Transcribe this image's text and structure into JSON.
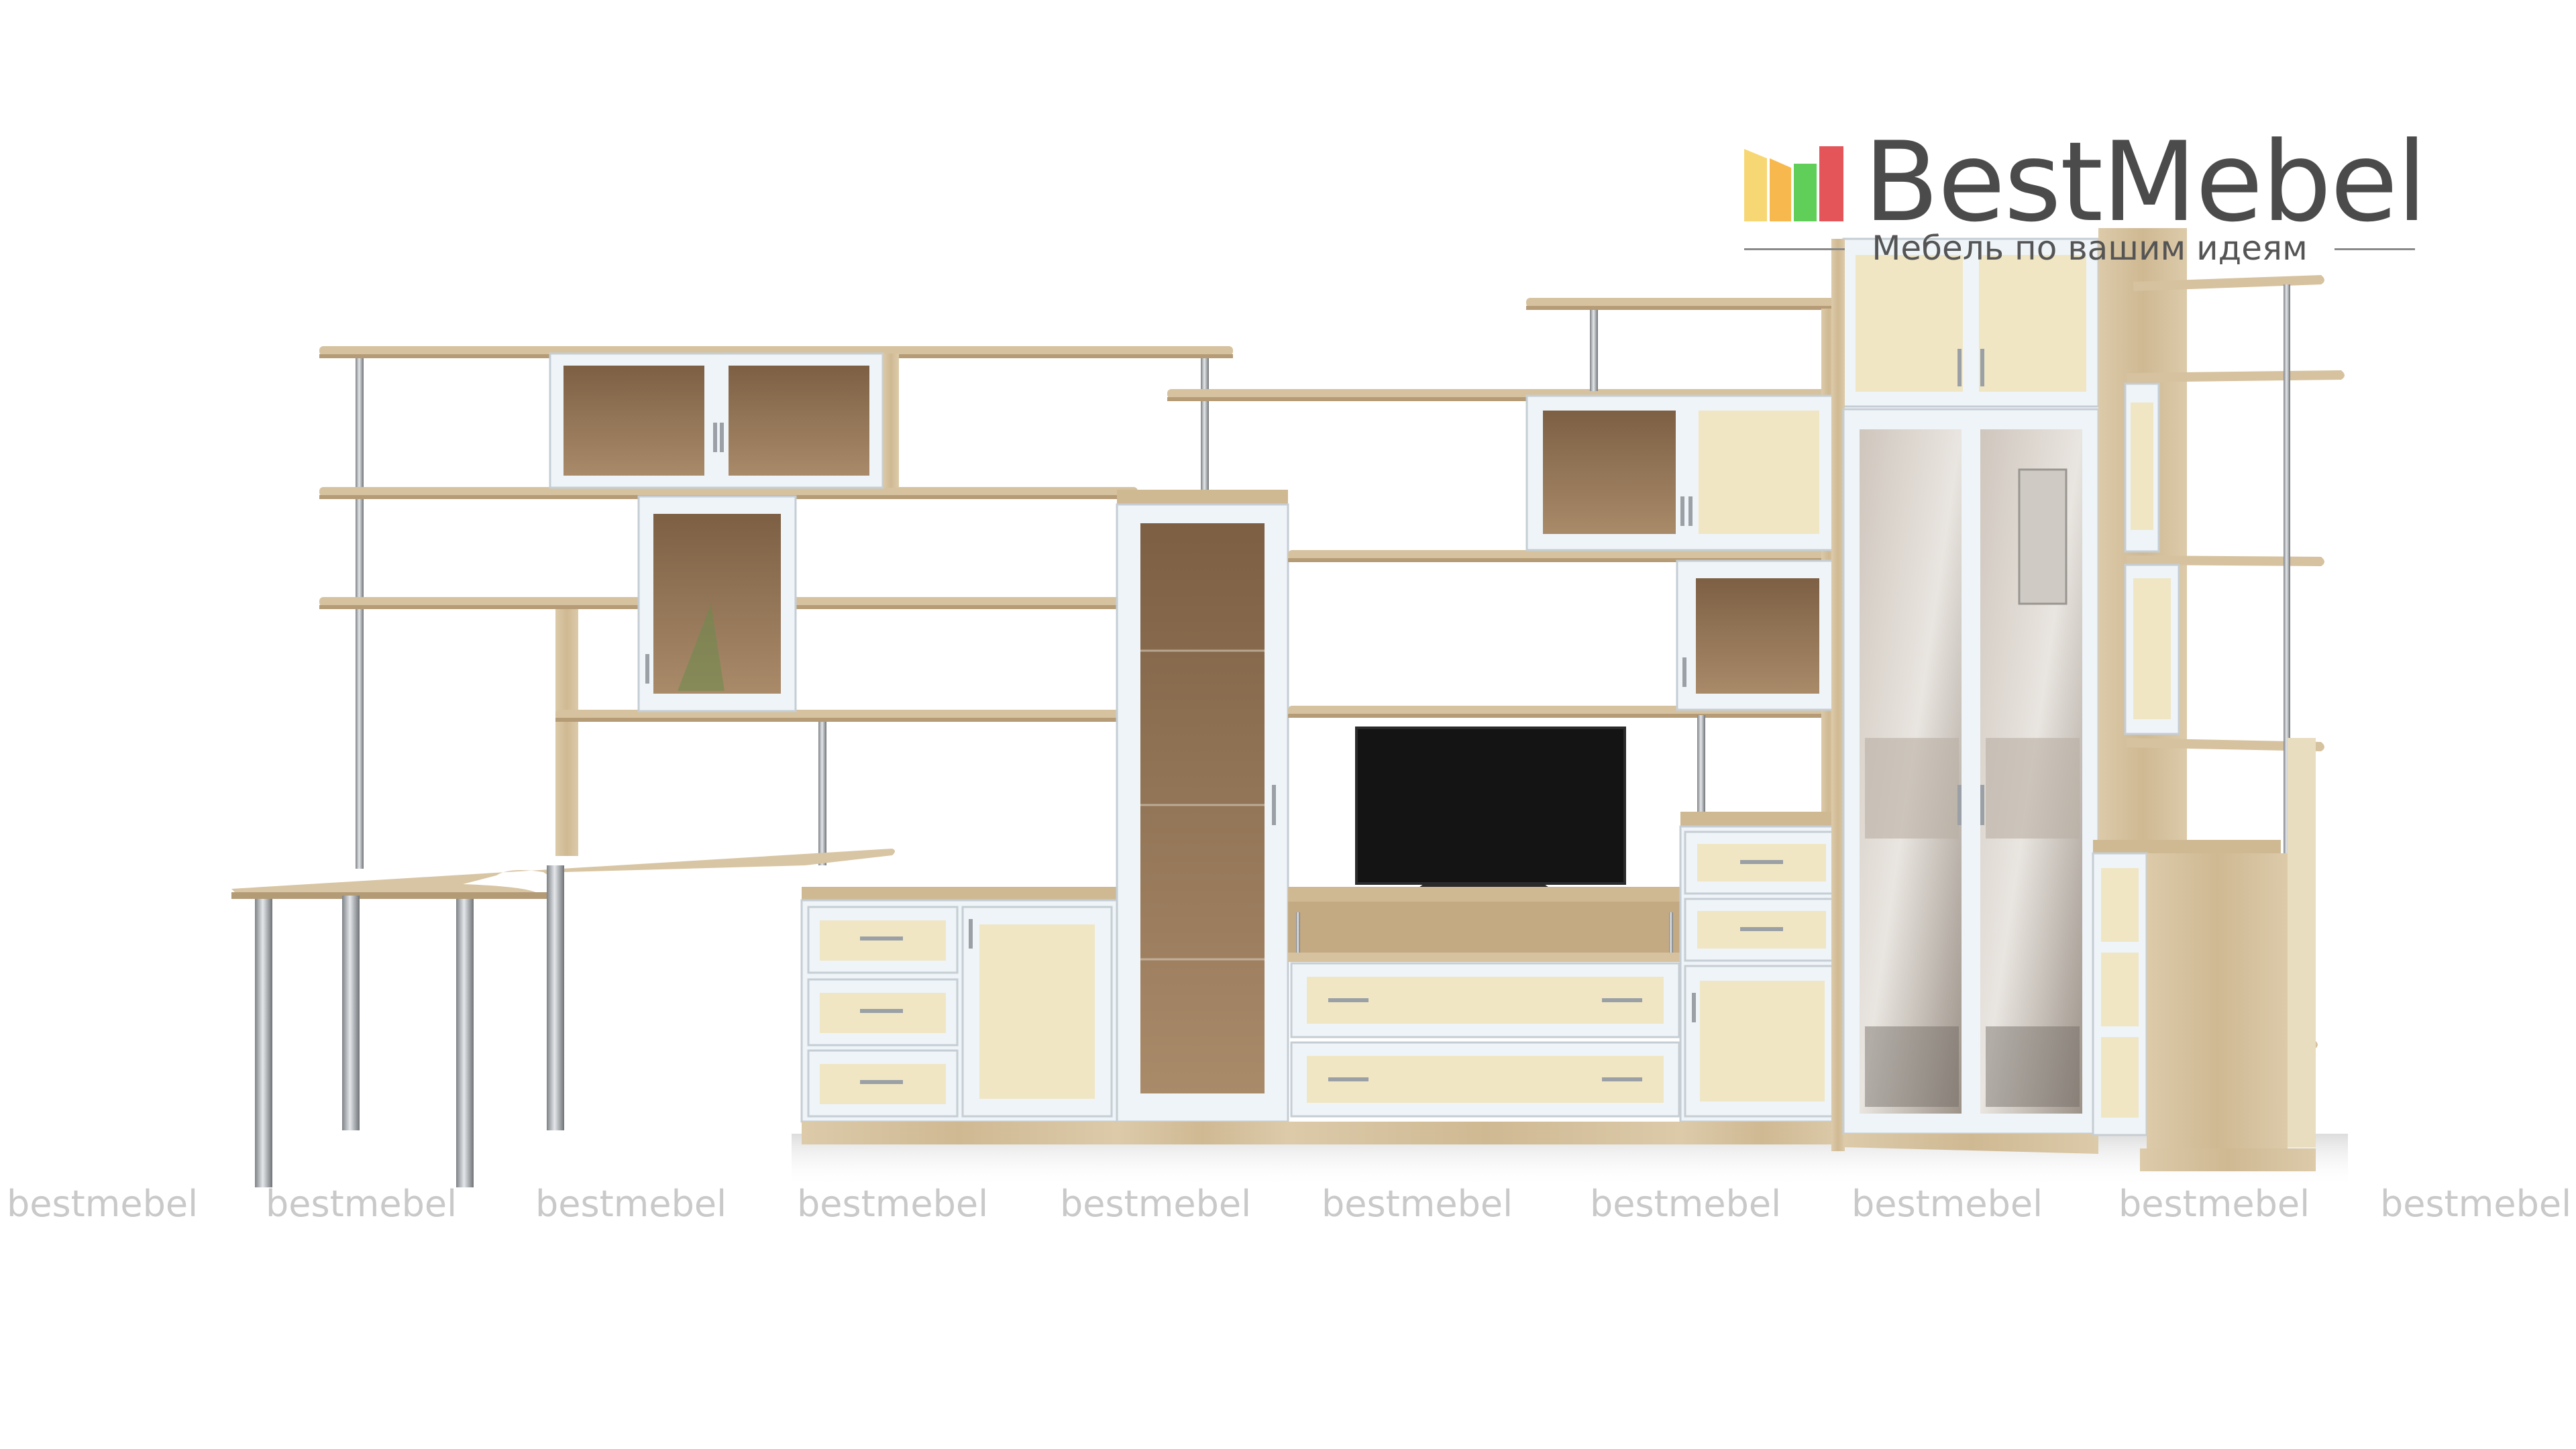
{
  "logo": {
    "brand": "BestMebel",
    "tagline": "Мебель по вашим идеям",
    "mark_colors": [
      "#f7d774",
      "#f6b13a",
      "#5fcf5a",
      "#e2464c"
    ]
  },
  "watermarks": [
    "bestmebel",
    "bestmebel",
    "bestmebel",
    "bestmebel",
    "bestmebel",
    "bestmebel",
    "bestmebel",
    "bestmebel",
    "bestmebel",
    "bestmebel"
  ],
  "colors": {
    "wood": "#d9c6a5",
    "wood_dark": "#b59c76",
    "panel_white": "#eef4f8",
    "facade_cream": "#f0e6c4",
    "glass_brown": "#8a6a4c",
    "metal": "#b8bcbf",
    "tv_screen": "#141414"
  }
}
